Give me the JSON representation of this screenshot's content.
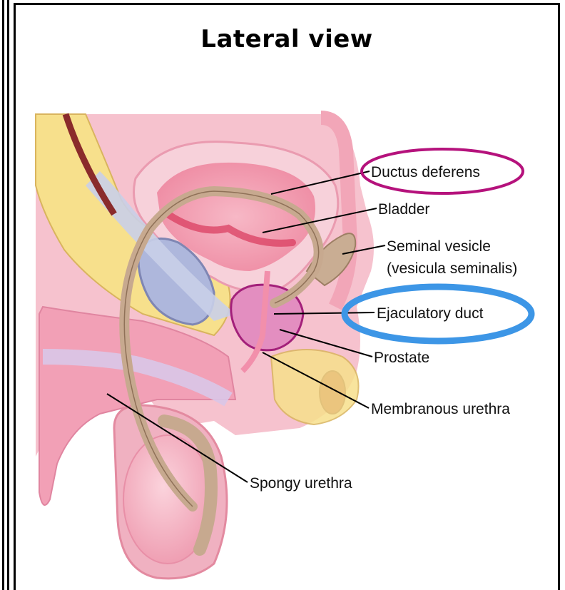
{
  "title": "Lateral view",
  "labels": {
    "ductus_deferens": "Ductus deferens",
    "bladder": "Bladder",
    "seminal_vesicle": "Seminal vesicle",
    "seminal_vesicle_latin": "(vesicula seminalis)",
    "ejaculatory_duct": "Ejaculatory duct",
    "prostate": "Prostate",
    "membranous_urethra": "Membranous urethra",
    "spongy_urethra": "Spongy urethra"
  },
  "highlights": {
    "ductus_deferens_ring_color": "#b5127c",
    "ejaculatory_duct_ring_color": "#3d96e6"
  },
  "colors": {
    "tissue_pink": "#f4a9b9",
    "bladder_red": "#e4516e",
    "fat_yellow": "#f8e79a",
    "duct_tan": "#c7a98f",
    "bladder_blue": "#aeb7dc",
    "prostate_magenta": "#c2318f"
  }
}
